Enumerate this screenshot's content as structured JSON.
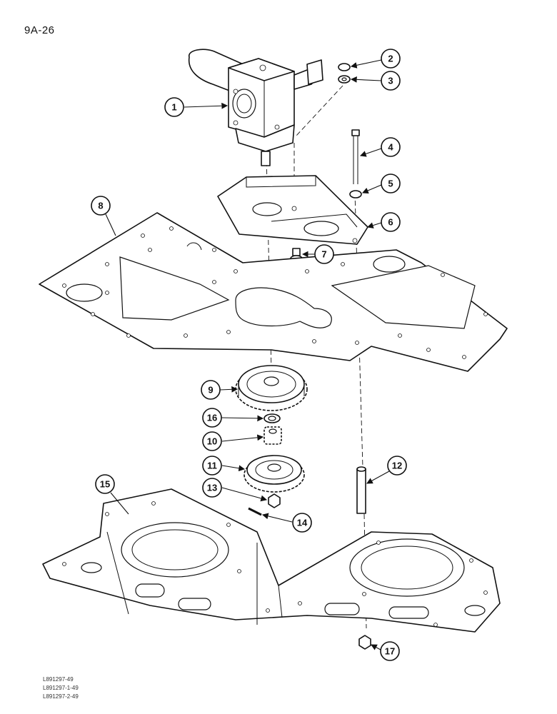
{
  "page_label": "9A-26",
  "reference_codes": [
    "L891297-49",
    "L891297-1-49",
    "L891297-2-49"
  ],
  "callouts": [
    "1",
    "2",
    "3",
    "4",
    "5",
    "6",
    "7",
    "8",
    "9",
    "10",
    "11",
    "12",
    "13",
    "14",
    "15",
    "16",
    "17"
  ]
}
